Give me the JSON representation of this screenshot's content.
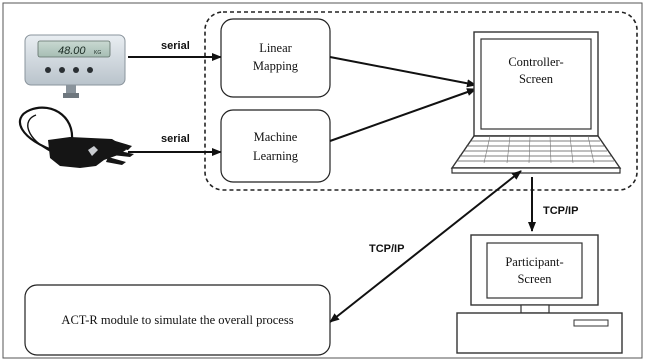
{
  "nodes": {
    "linear_mapping": {
      "line1": "Linear",
      "line2": "Mapping"
    },
    "machine_learning": {
      "line1": "Machine",
      "line2": "Learning"
    },
    "controller_screen": {
      "line1": "Controller-",
      "line2": "Screen"
    },
    "participant_screen": {
      "line1": "Participant-",
      "line2": "Screen"
    },
    "actr_module": {
      "label": "ACT-R module to simulate the overall process"
    }
  },
  "edges": {
    "serial_top": "serial",
    "serial_bottom": "serial",
    "tcpip_participant": "TCP/IP",
    "tcpip_actr": "TCP/IP"
  },
  "devices": {
    "scale_display": "48.00",
    "scale_unit": "KG"
  }
}
